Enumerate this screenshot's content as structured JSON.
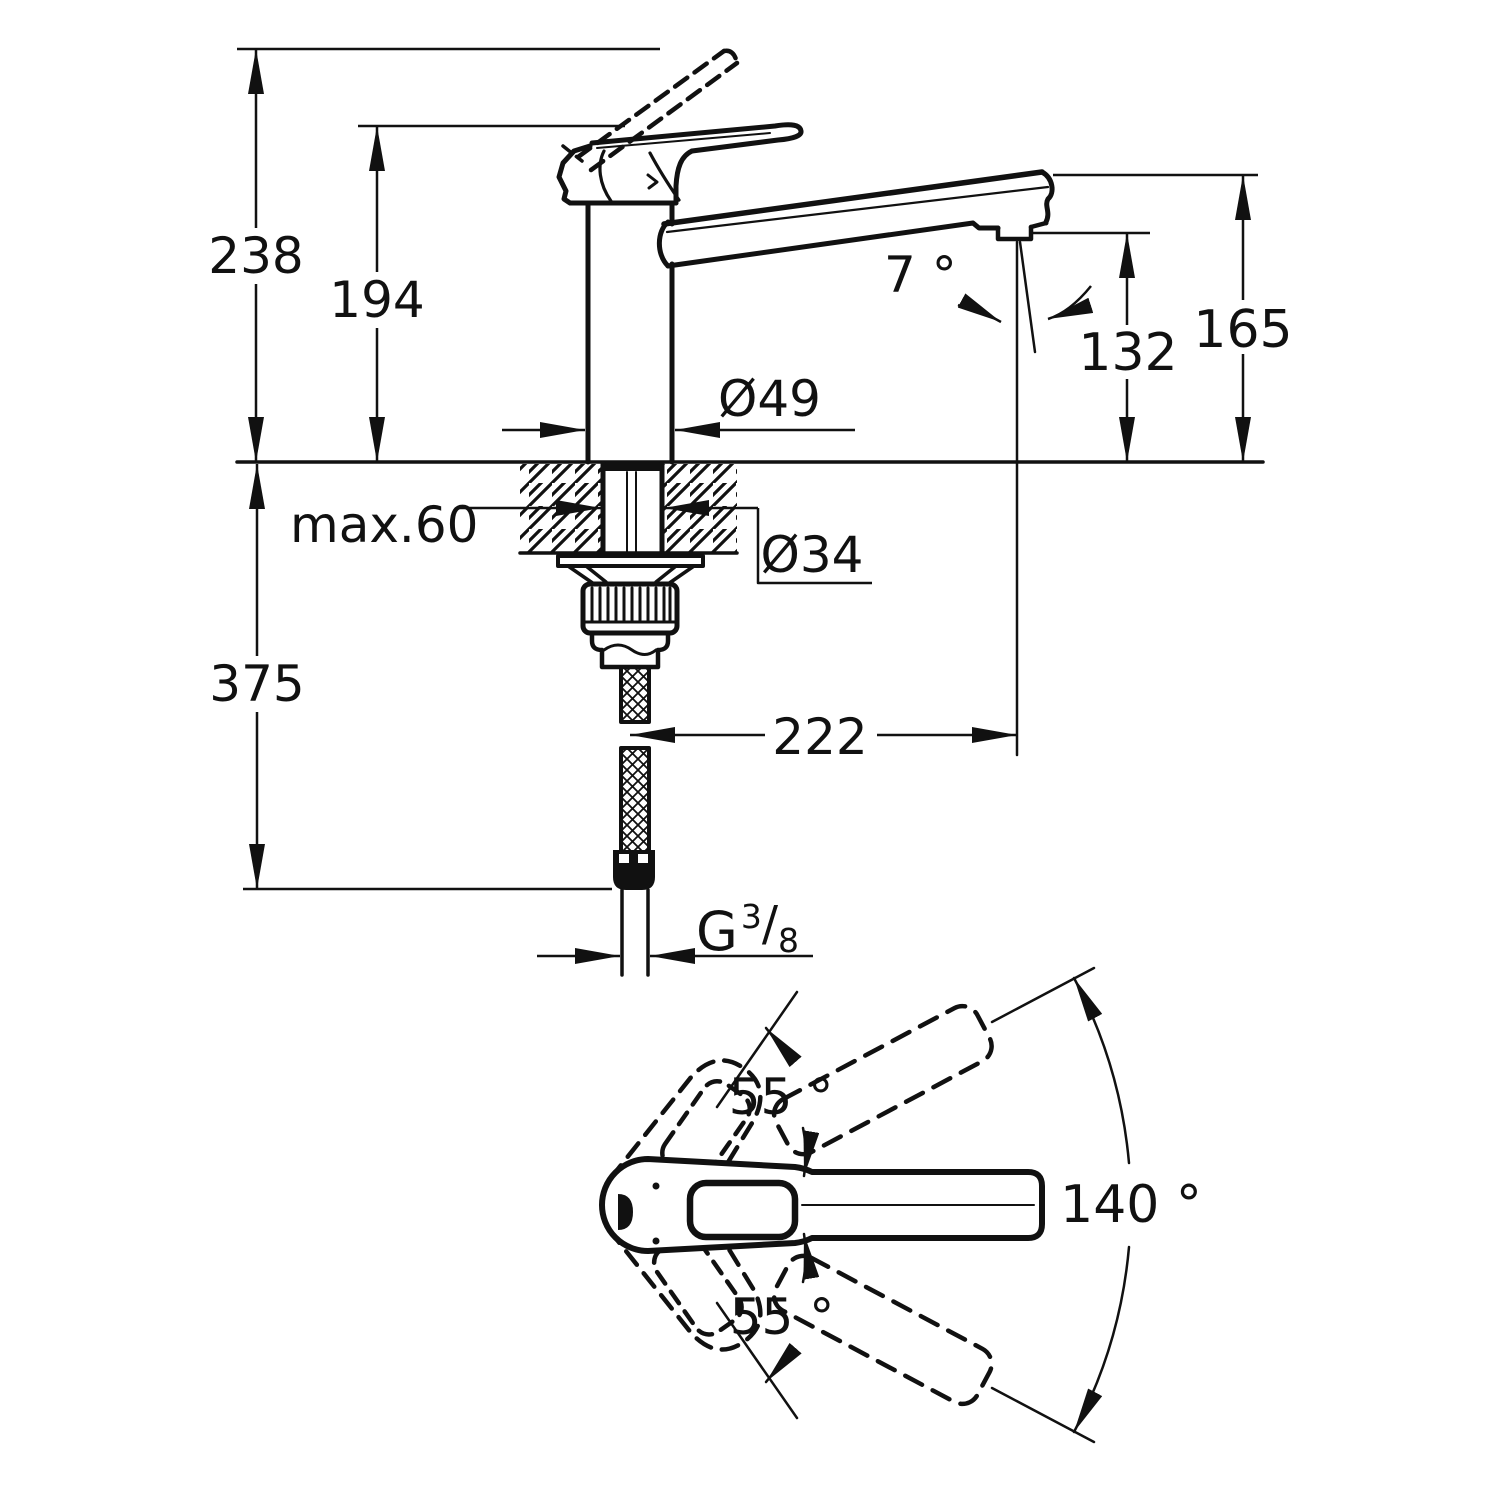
{
  "labels": {
    "overall_height": "238",
    "lever_height": "194",
    "under_counter_depth": "375",
    "max_counter_thickness": "max.60",
    "base_diameter": "Ø49",
    "hole_diameter": "Ø34",
    "spout_angle": "7 °",
    "outlet_height": "132",
    "spout_height": "165",
    "spout_reach": "222",
    "thread": {
      "g": "G",
      "numerator": "3",
      "slash": "/",
      "denominator": "8"
    },
    "handle_angle_up": "55 °",
    "handle_angle_down": "55 °",
    "swivel_range": "140 °"
  },
  "colors": {
    "line": "#111111",
    "background": "#ffffff"
  }
}
